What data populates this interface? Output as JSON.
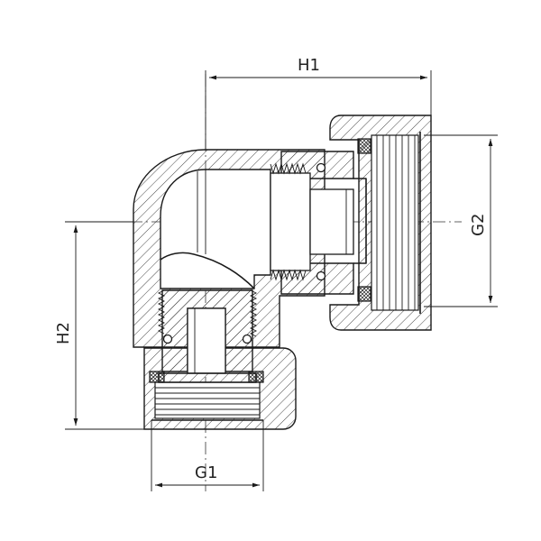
{
  "dimensions": {
    "h1": "H1",
    "h2": "H2",
    "g1": "G1",
    "g2": "G2"
  }
}
